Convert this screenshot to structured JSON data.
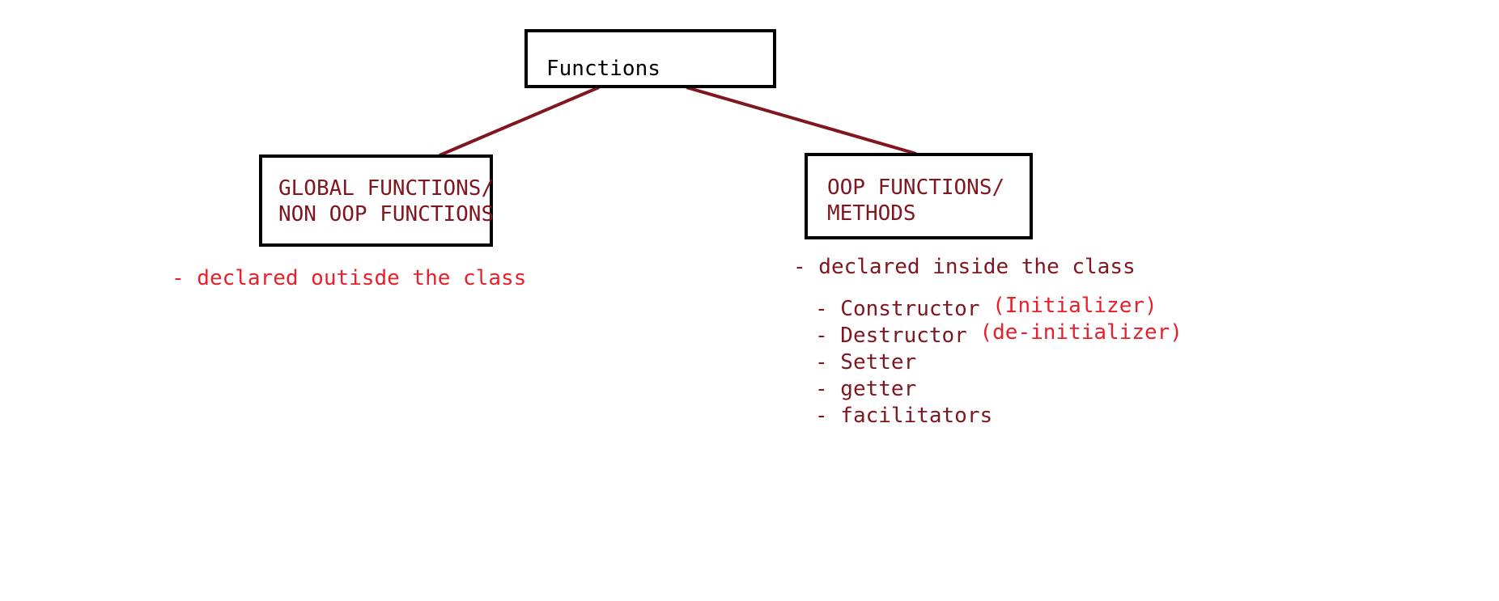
{
  "colors": {
    "box_border": "#000000",
    "connector": "#7f1620",
    "dark_red_text": "#7f1620",
    "bright_red_text": "#e8202b",
    "root_text": "#000000"
  },
  "root": {
    "label": "Functions"
  },
  "left": {
    "label_line1": "GLOBAL FUNCTIONS/",
    "label_line2": "NON OOP FUNCTIONS",
    "note": "- declared outisde the class"
  },
  "right": {
    "label_line1": "OOP FUNCTIONS/",
    "label_line2": "METHODS",
    "note": "- declared inside the class",
    "methods": [
      {
        "name": "- Constructor",
        "paren": "(Initializer)"
      },
      {
        "name": "- Destructor",
        "paren": "(de-initializer)"
      },
      {
        "name": "- Setter",
        "paren": ""
      },
      {
        "name": "- getter",
        "paren": ""
      },
      {
        "name": "- facilitators",
        "paren": ""
      }
    ]
  }
}
